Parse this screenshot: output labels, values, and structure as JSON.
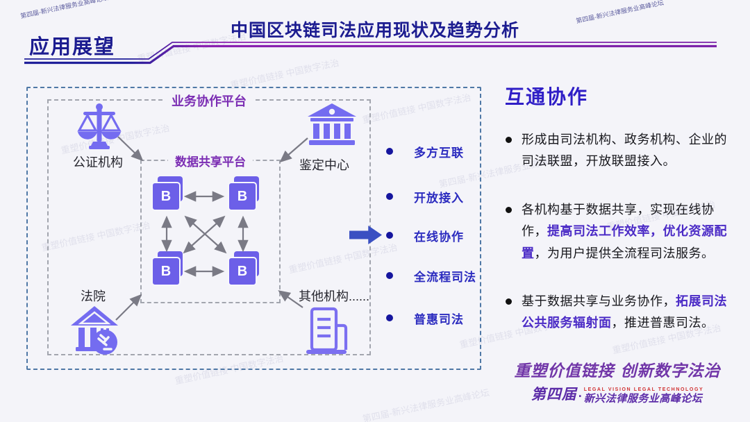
{
  "header": {
    "section_label": "应用展望",
    "title": "中国区块链司法应用现状及趋势分析"
  },
  "diagram": {
    "outer_platform_label": "业务协作平台",
    "data_platform_label": "数据共享平台",
    "block_letter": "B",
    "nodes": {
      "notary": "公证机构",
      "appraisal": "鉴定中心",
      "court": "法院",
      "other": "其他机构......"
    },
    "features": [
      "多方互联",
      "开放接入",
      "在线协作",
      "全流程司法",
      "普惠司法"
    ]
  },
  "panel": {
    "title": "互通协作",
    "paragraphs": [
      {
        "segments": [
          {
            "t": "形成由司法机构、政务机构、企业的司法联盟，开放联盟接入。",
            "b": false
          }
        ]
      },
      {
        "segments": [
          {
            "t": "各机构基于数据共享，实现在线协作，",
            "b": false
          },
          {
            "t": "提高司法工作效率，优化资源配置",
            "b": true
          },
          {
            "t": "，为用户提供全流程司法服务。",
            "b": false
          }
        ]
      },
      {
        "segments": [
          {
            "t": "基于数据共享与业务协作，",
            "b": false
          },
          {
            "t": "拓展司法公共服务辐射面",
            "b": true
          },
          {
            "t": "，推进普惠司法。",
            "b": false
          }
        ]
      }
    ]
  },
  "footer": {
    "slogan": "重塑价值链接 创新数字法治",
    "forum_prefix": "第四届",
    "forum_separator": "·",
    "forum_name": "新兴法律服务业高峰论坛",
    "forum_en": "LEGAL VISION LEGAL TECHNOLOGY"
  },
  "watermarks": {
    "slogan_text": "重塑价值链接 中国数字法治",
    "forum_text": "第四届-新兴法律服务业高峰论坛"
  },
  "colors": {
    "navy_title": "#1c1c90",
    "purple_platform_label": "#7b2db3",
    "panel_title_blue": "#2f1ec6",
    "feature_blue": "#2b2bbf",
    "emphasis_purple": "#4b2bc6",
    "icon_purple": "#746cf0",
    "block_purple": "#6c5fe8",
    "outer_dash_blue": "#4f78a6",
    "arrow_gray": "#7a7a85",
    "footer_purple": "#7136a8",
    "footer_red": "#d03030",
    "background": "#f4f4f9"
  }
}
